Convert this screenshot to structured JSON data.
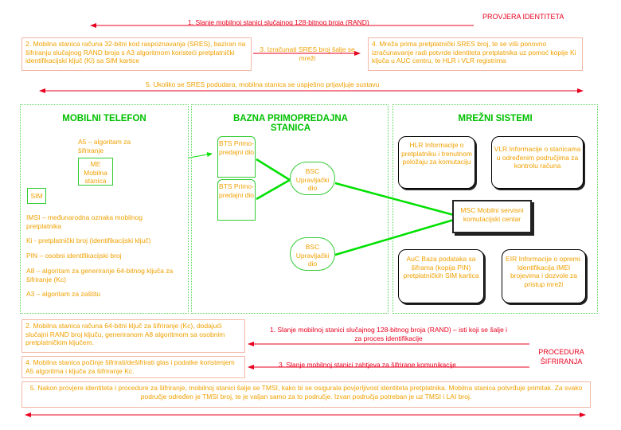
{
  "authentication": {
    "title": "PROVJERA IDENTITETA",
    "step1": "1. Slanje mobilnoj stanici slučajnog 128-bitnog broja (RAND)",
    "step2": "2. Mobilna stanica računa 32-bitni kod raspoznavanja (SRES), baziran na šifriranju slučajnog RAND broja s A3 algoritmom koristeći pretplatnički identifikacijski ključ (Ki) sa SIM kartice",
    "step3": "3. Izračunati SRES broj šalje se mreži",
    "step4": "4. Mreža prima pretplatnički SRES broj, te se viši ponovno izračunavanje radi potvrde identiteta pretplatnika uz pomoć kopije Ki ključa u AUC centru, te HLR i VLR registrima",
    "step5": "5. Ukoliko se SRES podudara, mobilna stanica se uspješno prijavljuje sustavu"
  },
  "mobile": {
    "title": "MOBILNI TELEFON",
    "a5": "A5 – algoritam za šifriranje",
    "me": "ME Mobilna stanica",
    "sim": "SIM",
    "imsi": "IMSI – međunarodna oznaka mobilnog pretplatnika",
    "ki": "Ki - pretplatnički broj (identifikacijski ključ)",
    "pin": "PIN – osobni identifikacijski broj",
    "a8": "A8 – algoritam za generiranje 64-bitnog ključa za šifriranje (Kc)",
    "a3": "A3 – algoritam za zaštitu"
  },
  "base_station": {
    "title": "BAZNA PRIMOPREDAJNA STANICA",
    "bts1": "BTS Primo-predajni dio",
    "bts2": "BTS Primo-predajni dio",
    "bsc1": "BSC Upravljački dio",
    "bsc2": "BSC Upravljački dio"
  },
  "network": {
    "title": "MREŽNI SISTEMI",
    "hlr": "HLR Informacije o pretplatniku i trenutnom položaju za komutaciju",
    "vlr": "VLR Informacije o stanicama u određenim područjima za kontrolu računa",
    "msc": "MSC Mobilni servisni komutacijski centar",
    "auc": "AuC Baza podataka sa šiframa (kopija PIN) pretplatničkih SIM kartica",
    "eir": "EIR Informacije o opremi. Identifikacija IMEI brojevima i dozvole za pristup mreži"
  },
  "encryption": {
    "title": "PROCEDURA ŠIFRIRANJA",
    "step1": "1. Slanje mobilnoj stanici slučajnog 128-bitnog broja (RAND) – isti koji se šalje i za proces identifikacije",
    "step2": "2. Mobilna stanica računa 64-bitni ključ za šifriranje (Kc), dodajući slučajni RAND broj ključu, generiranom A8 algoritmom sa osobnim pretplatničkim ključem.",
    "step3": "3. Slanje mobilnoj stanici zahtjeva za šifrirane komunikacije",
    "step4": "4. Mobilna stanica počinje šifrirati/dešifrirati glas i podatke koristenjem A5 algoritma i ključa za šifriranje Kc.",
    "step5": "5. Nakon provjere identiteta i procedure za šifriranje, mobilnoj stanici šalje se TMSI, kako bi se osigurala povjerljivost identiteta pretplatnika. Mobilna stanica potvrđuje primitak. Za svako područje određen je TMSI broj, te je valjan samo za to područje. Izvan područja potreban je uz TMSI i LAI broj."
  },
  "colors": {
    "arrow": "#e8001e",
    "link": "#00e000",
    "text": "#f0a000",
    "heading": "#00c000"
  }
}
